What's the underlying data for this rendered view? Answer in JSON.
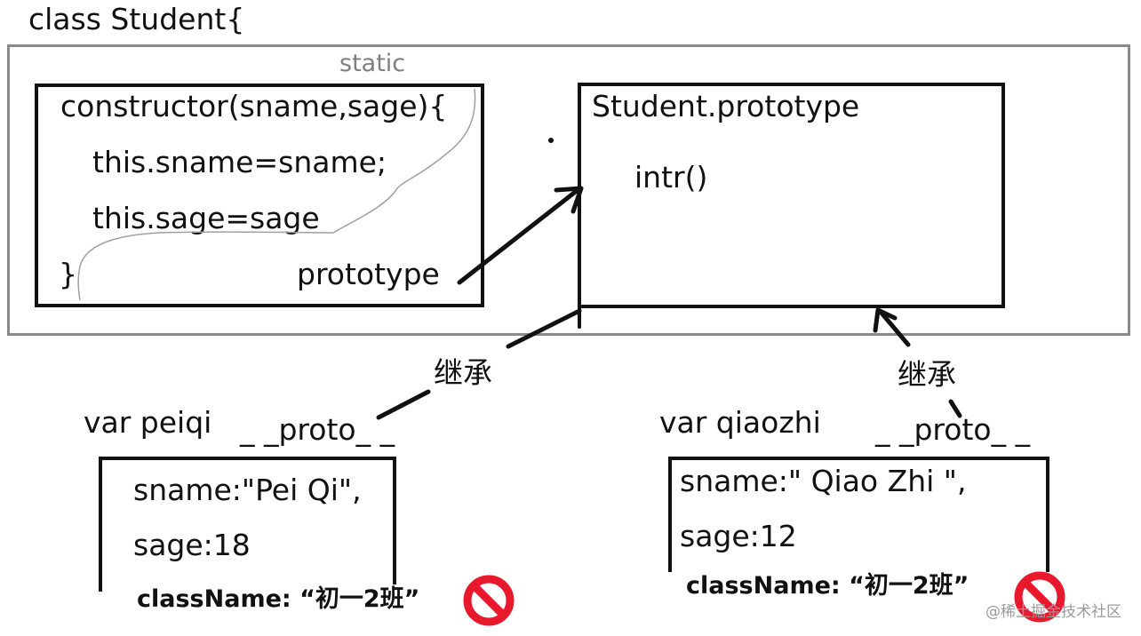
{
  "class_header": "class Student{",
  "static_label": "static",
  "constructor_box": {
    "line1": "constructor(sname,sage){",
    "line2": "this.sname=sname;",
    "line3": "this.sage=sage",
    "line4": "}",
    "prototype_label": "prototype"
  },
  "prototype_box": {
    "title": "Student.prototype",
    "method": "intr()"
  },
  "inherit_label_left": "继承",
  "inherit_label_right": "继承",
  "instances": [
    {
      "var_label": "var peiqi",
      "proto_label": "_ _proto_ _",
      "sname_line": "sname:\"Pei Qi\",",
      "sage_line": "sage:18",
      "classname_line": "className: “初一2班”"
    },
    {
      "var_label": "var qiaozhi",
      "proto_label": "_ _proto_ _",
      "sname_line": "sname:\" Qiao Zhi \",",
      "sage_line": "sage:12",
      "classname_line": "className: “初一2班”"
    }
  ],
  "icons": {
    "forbidden": "no-entry-icon",
    "forbidden_color": "#e8192c"
  },
  "watermark": "@稀土掘金技术社区"
}
